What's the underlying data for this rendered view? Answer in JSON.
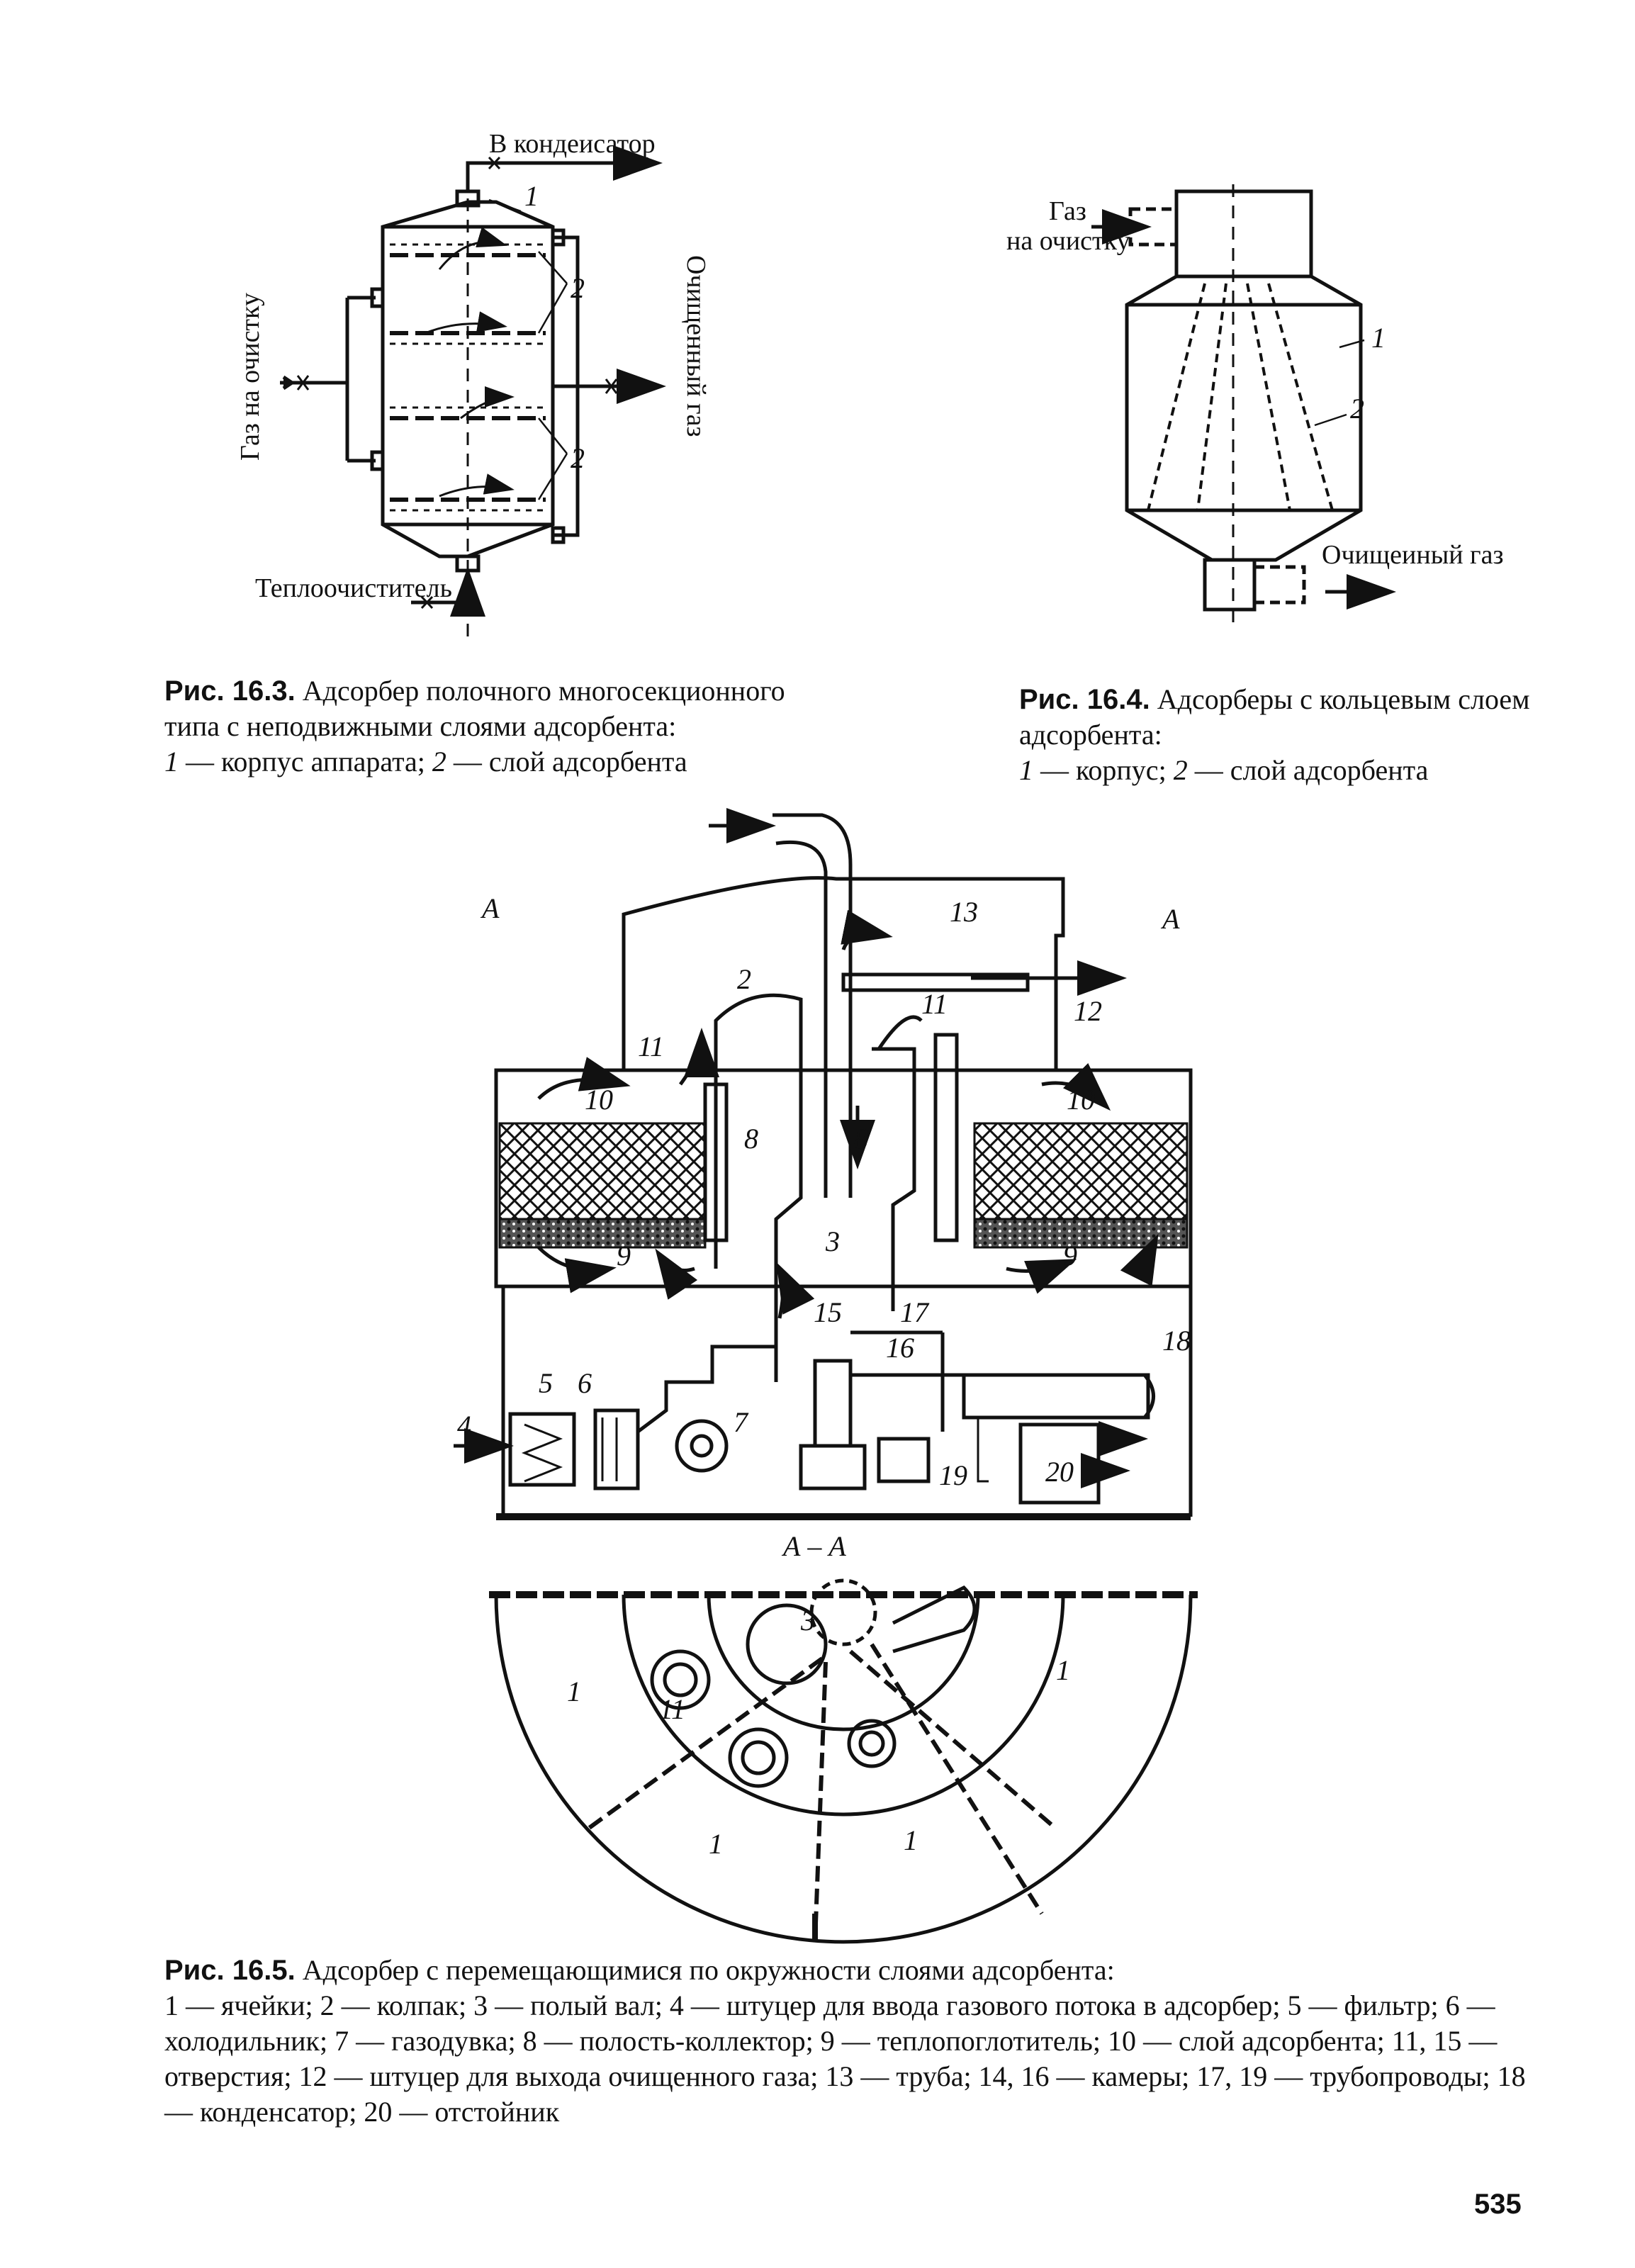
{
  "fig163": {
    "lbl_top": "В кондеисатор",
    "lbl_left": "Газ на очистку",
    "lbl_right": "Очищенный газ",
    "lbl_bottom": "Теплоочиститель",
    "n1": "1",
    "n2": "2",
    "cap_title": "Рис. 16.3.",
    "cap_l1": " Адсорбер полочного многосекционного",
    "cap_l2": "типа с неподвижными слоями адсорбента:",
    "cap_l3_n1": "1",
    "cap_l3_t1": " — корпус аппарата; ",
    "cap_l3_n2": "2",
    "cap_l3_t2": " — слой адсорбента"
  },
  "fig164": {
    "lbl_in_1": "Газ",
    "lbl_in_2": "на очистку",
    "lbl_out": "Очищеиный газ",
    "n1": "1",
    "n2": "2",
    "cap_title": "Рис. 16.4.",
    "cap_l1": " Адсорберы с кольцевым слоем",
    "cap_l2": "адсорбента:",
    "cap_l3_n1": "1",
    "cap_l3_t1": " — корпус; ",
    "cap_l3_n2": "2",
    "cap_l3_t2": " — слой адсорбента"
  },
  "fig165": {
    "section_a": "A",
    "section_aa": "А – А",
    "nums": [
      "1",
      "2",
      "3",
      "4",
      "5",
      "6",
      "7",
      "8",
      "9",
      "10",
      "11",
      "12",
      "13",
      "15",
      "16",
      "17",
      "18",
      "19",
      "20"
    ],
    "cap_title": "Рис. 16.5.",
    "cap_l1": " Адсорбер с перемещающимися по окружности слоями адсорбента:",
    "cap_l2": "1 — ячейки; 2 — колпак; 3 — полый вал; 4 — штуцер для ввода газового потока в адсорбер; 5 — фильтр; 6 —",
    "cap_l3": "холодильник; 7 — газодувка; 8 — полость-коллектор; 9 — теплопоглотитель; 10 — слой адсорбента; 11, 15 —",
    "cap_l4": "отверстия; 12 — штуцер для выхода очищенного газа; 13 — труба; 14, 16 — камеры; 17, 19 — трубопроводы; 18",
    "cap_l5": "— конденсатор; 20 — отстойник"
  },
  "page_number": "535"
}
